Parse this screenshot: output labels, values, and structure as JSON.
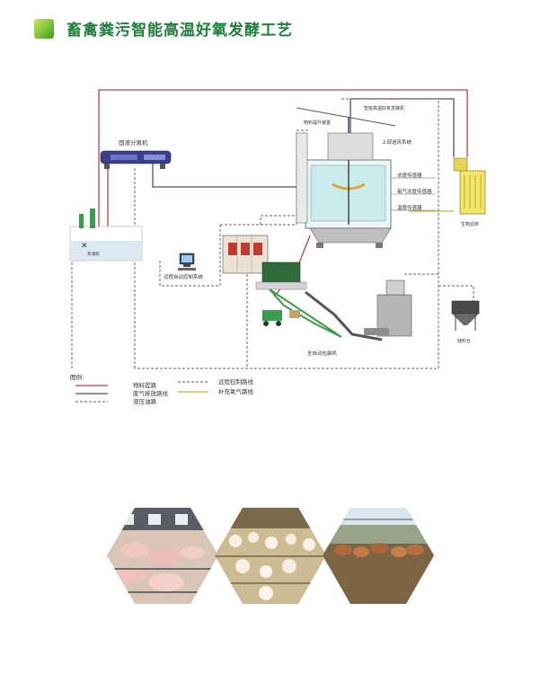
{
  "header": {
    "title": "畜禽粪污智能高温好氧发酵工艺",
    "accent": "#1f7e3a"
  },
  "diagram": {
    "labels": {
      "fermenter": "智能高温好氧发酵机",
      "lift": "物料提升装置",
      "upper_air": "上部送风系统",
      "separator": "固液分离机",
      "ammonia": "浓度传感器",
      "oxygen": "氧气浓度传感器",
      "temperature": "温度传感器",
      "biofilter": "生物滤床",
      "pump": "泵浦机",
      "remote": "远程自动控制系统",
      "packer": "全自动包装机",
      "silo": "储料仓"
    },
    "legend": {
      "heading": "图例:",
      "items": [
        {
          "label": "物料提路",
          "color": "#b8454a",
          "style": "solid"
        },
        {
          "label": "远程控制路线",
          "color": "#555555",
          "style": "dashed"
        },
        {
          "label": "废气排放路线",
          "color": "#5a3fa0",
          "style": "solid"
        },
        {
          "label": "补充氧气路线",
          "color": "#b8b63a",
          "style": "solid"
        },
        {
          "label": "液压油路",
          "color": "#555555",
          "style": "dashed"
        }
      ]
    }
  },
  "photos": [
    {
      "icon": "pigs-photo",
      "caption": ""
    },
    {
      "icon": "chickens-photo",
      "caption": ""
    },
    {
      "icon": "cattle-photo",
      "caption": ""
    }
  ]
}
